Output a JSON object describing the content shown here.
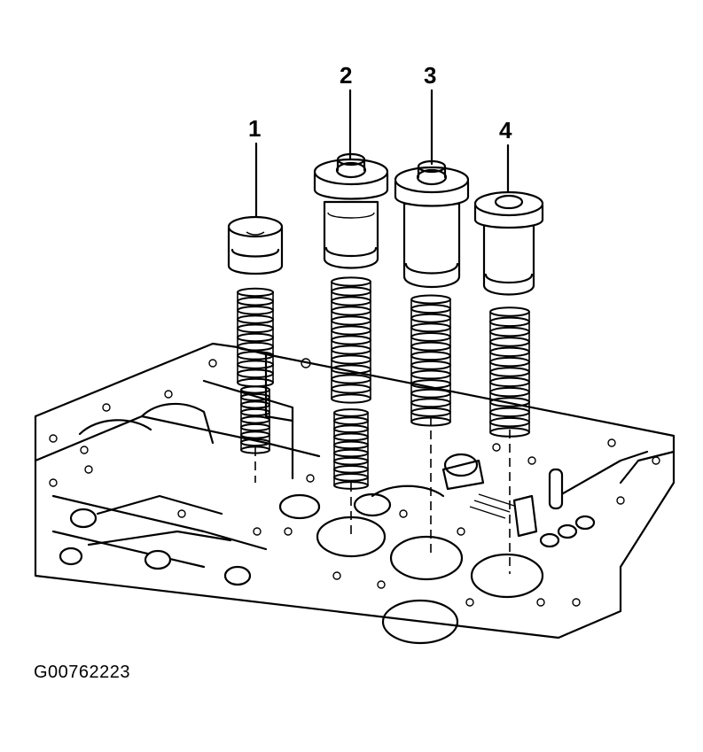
{
  "diagram": {
    "callouts": [
      {
        "id": "1",
        "label": "1"
      },
      {
        "id": "2",
        "label": "2"
      },
      {
        "id": "3",
        "label": "3"
      },
      {
        "id": "4",
        "label": "4"
      }
    ],
    "figure_id": "G00762223"
  }
}
